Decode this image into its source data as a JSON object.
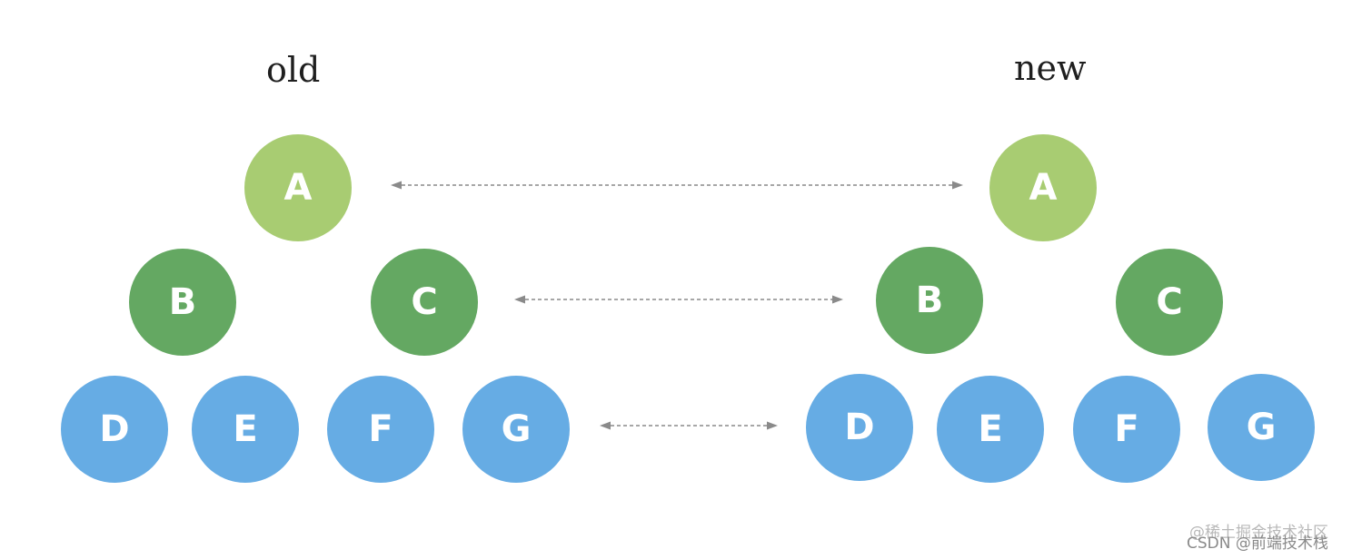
{
  "titles": {
    "old": "old",
    "new": "new"
  },
  "colors": {
    "root": "#a8cc72",
    "level2": "#64a862",
    "level3": "#66ace4",
    "arrow": "#8a8a8a"
  },
  "old_tree": {
    "root": "A",
    "level2": [
      "B",
      "C"
    ],
    "level3": [
      "D",
      "E",
      "F",
      "G"
    ]
  },
  "new_tree": {
    "root": "A",
    "level2": [
      "B",
      "C"
    ],
    "level3": [
      "D",
      "E",
      "F",
      "G"
    ]
  },
  "connectors": [
    {
      "from": "old-level-1",
      "to": "new-level-1",
      "style": "dashed",
      "heads": "both"
    },
    {
      "from": "old-level-2",
      "to": "new-level-2",
      "style": "dashed",
      "heads": "both"
    },
    {
      "from": "old-level-3",
      "to": "new-level-3",
      "style": "dashed",
      "heads": "both"
    }
  ],
  "watermark": {
    "upper": "@稀土掘金技术社区",
    "lower": "CSDN @前端技术栈"
  }
}
